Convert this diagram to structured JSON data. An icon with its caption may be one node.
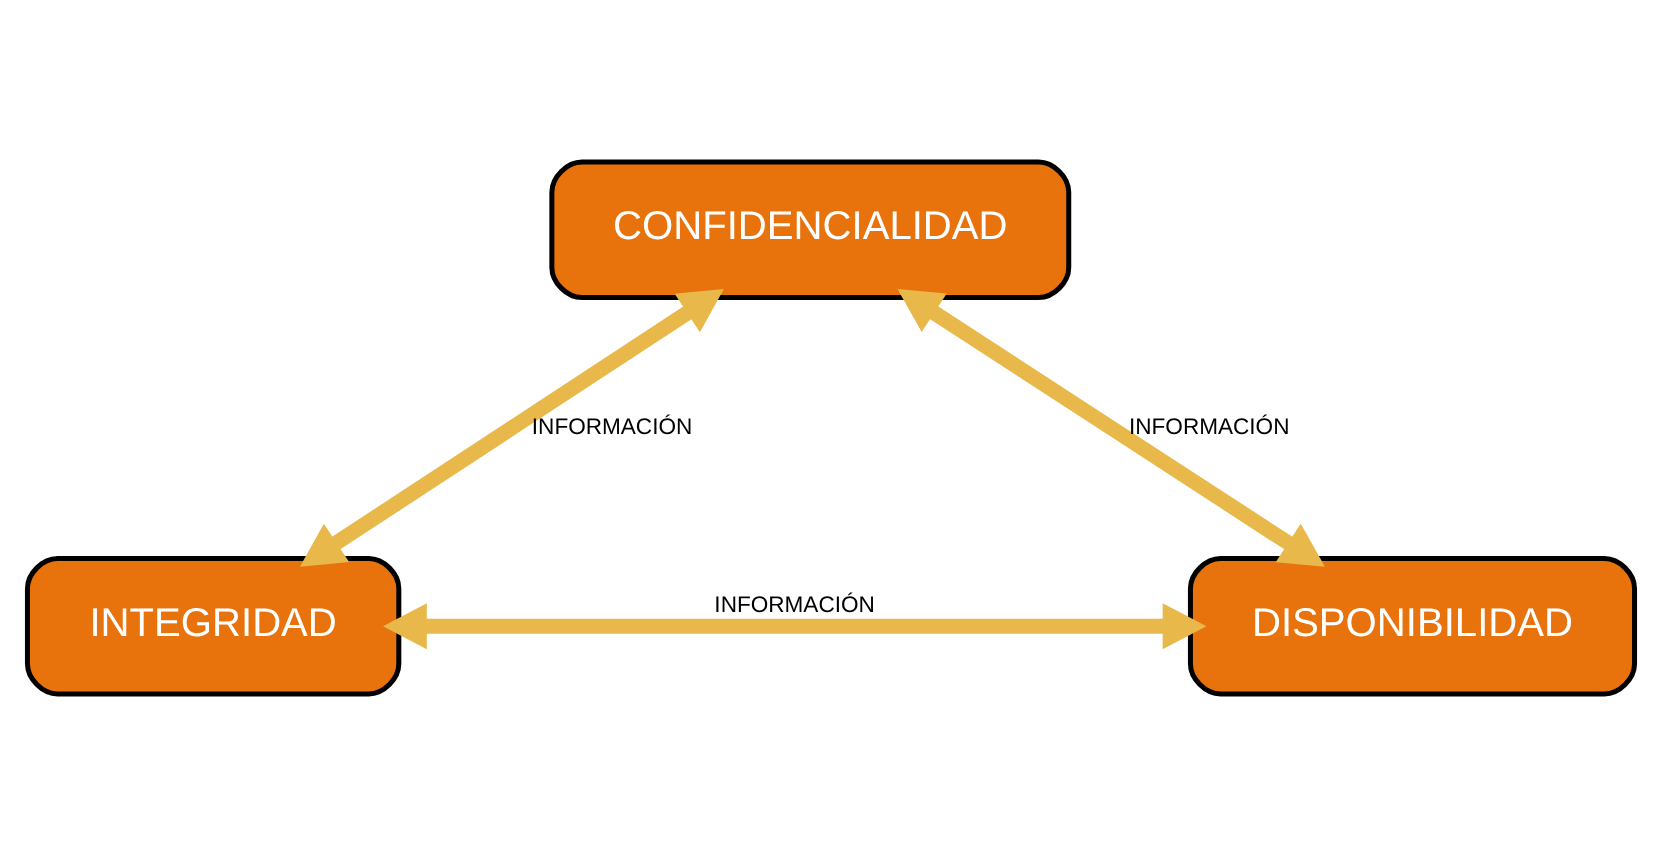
{
  "diagram": {
    "nodes": [
      {
        "text": [
          "CONFIDENCIALIDAD"
        ]
      },
      {
        "text": [
          "INTEGRIDAD"
        ]
      },
      {
        "text": [
          "DISPONIBILIDAD"
        ]
      }
    ],
    "edges": [
      {
        "from": 1,
        "to": 0,
        "arrow": "both",
        "label": "INFORMACIÓN"
      },
      {
        "from": 0,
        "to": 2,
        "arrow": "both",
        "label": "INFORMACIÓN"
      },
      {
        "from": 1,
        "to": 2,
        "arrow": "both",
        "label": "INFORMACIÓN"
      }
    ]
  }
}
